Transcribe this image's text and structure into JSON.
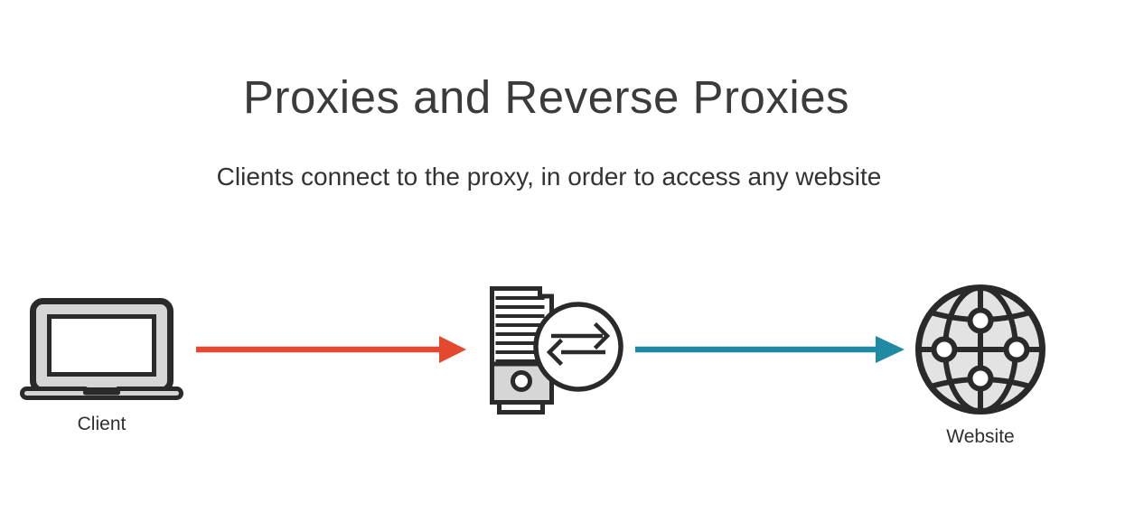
{
  "header": {
    "title": "Proxies and Reverse Proxies",
    "subtitle": "Clients connect to the proxy, in order to access any website"
  },
  "diagram": {
    "nodes": {
      "client": {
        "label": "Client",
        "icon": "laptop-icon"
      },
      "proxy": {
        "icon": "proxy-server-exchange-icon"
      },
      "website": {
        "label": "Website",
        "icon": "globe-icon"
      }
    },
    "edges": [
      {
        "from": "client",
        "to": "proxy",
        "color": "#e2492e",
        "direction": "right"
      },
      {
        "from": "proxy",
        "to": "website",
        "color": "#2089a4",
        "direction": "right"
      }
    ]
  },
  "colors": {
    "background": "#ffffff",
    "icon_outline": "#2a2a2a",
    "icon_fill_light": "#d6d6d6",
    "globe_fill": "#e3e3e3",
    "title_text": "#3b3b3b",
    "arrow_red": "#e2492e",
    "arrow_teal": "#2089a4"
  }
}
